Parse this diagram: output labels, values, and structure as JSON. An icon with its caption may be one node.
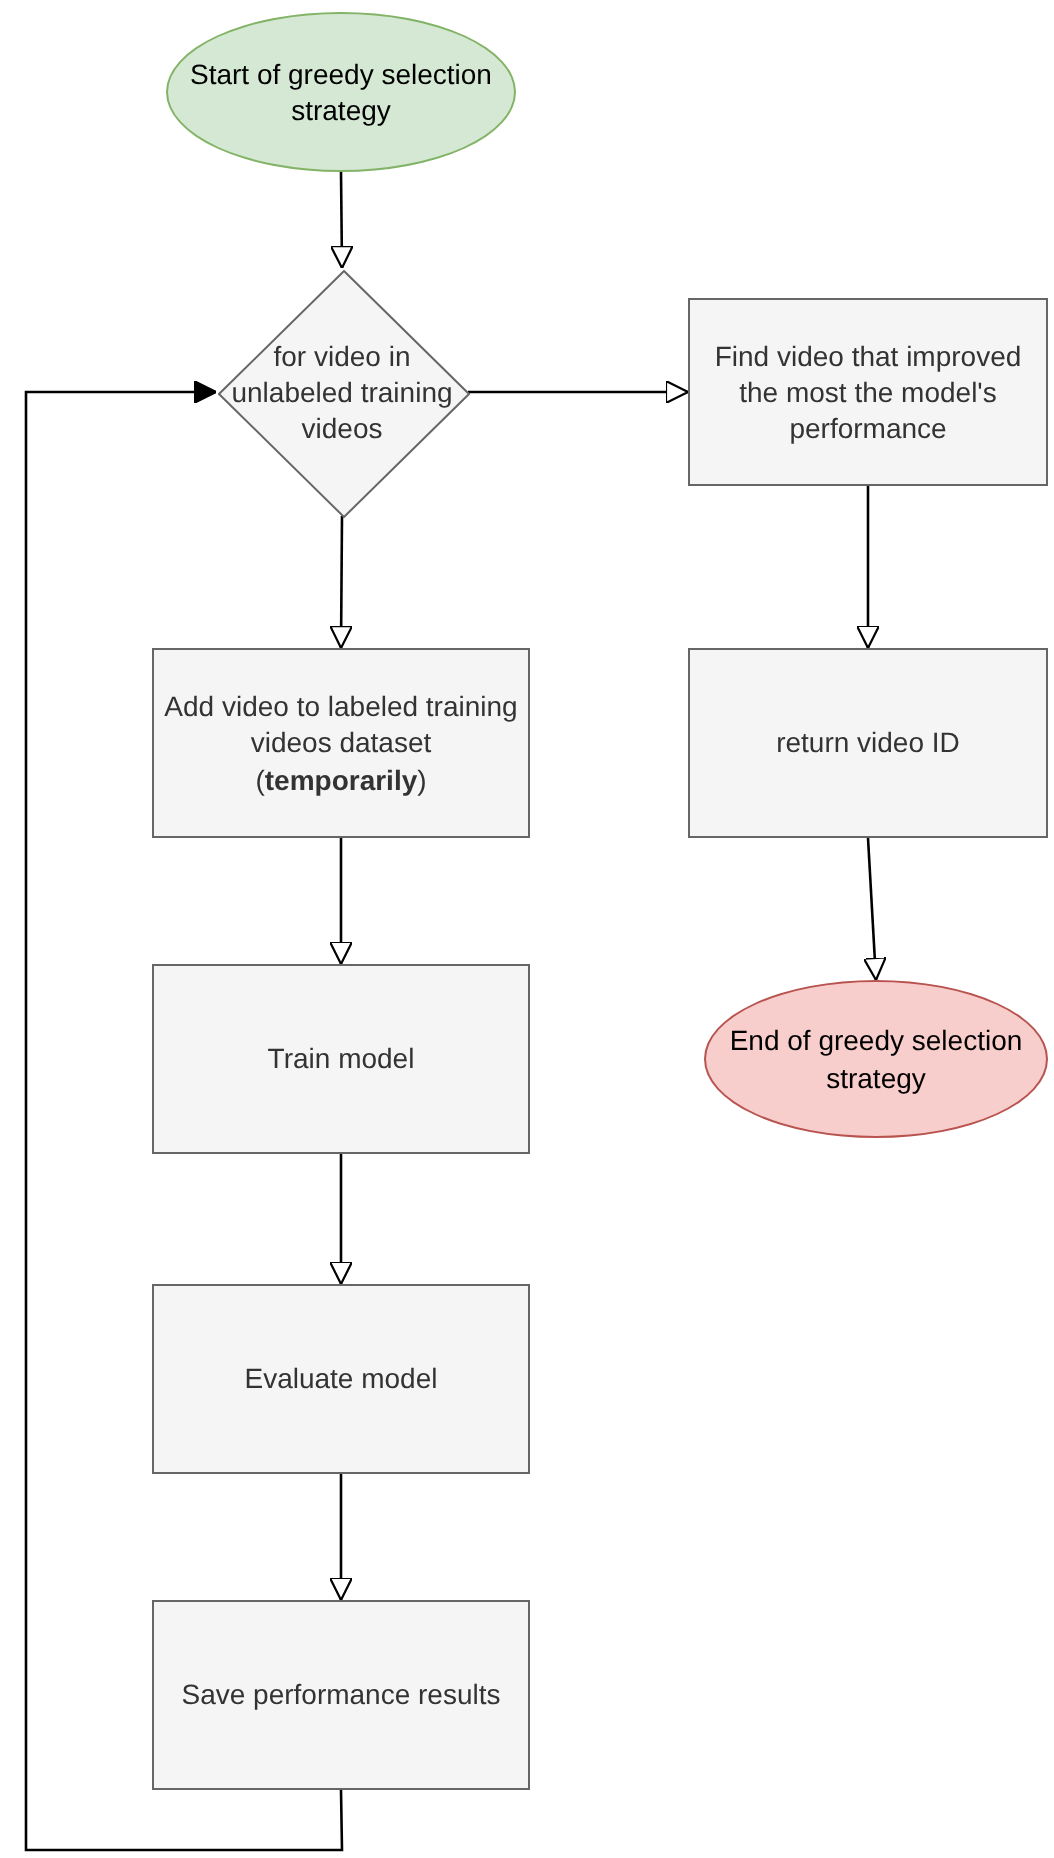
{
  "diagram": {
    "nodes": [
      {
        "text": [
          "Start of greedy selection strategy"
        ]
      },
      {
        "text": [
          "for video in unlabeled training videos"
        ]
      },
      {
        "text": [
          "Find video that improved the most the model's performance"
        ]
      },
      {
        "text": [
          "Add video to labeled training videos dataset (**temporarily**)"
        ]
      },
      {
        "text": [
          "return video ID"
        ]
      },
      {
        "text": [
          "Train model"
        ]
      },
      {
        "text": [
          "End of greedy selection strategy"
        ]
      },
      {
        "text": [
          "Evaluate model"
        ]
      },
      {
        "text": [
          "Save performance results"
        ]
      }
    ],
    "edges": [
      {
        "from": 0,
        "to": 1,
        "arrow": "to"
      },
      {
        "from": 1,
        "to": 2,
        "arrow": "to"
      },
      {
        "from": 1,
        "to": 3,
        "arrow": "to"
      },
      {
        "from": 2,
        "to": 4,
        "arrow": "to"
      },
      {
        "from": 3,
        "to": 5,
        "arrow": "to"
      },
      {
        "from": 4,
        "to": 6,
        "arrow": "to"
      },
      {
        "from": 5,
        "to": 7,
        "arrow": "to"
      },
      {
        "from": 7,
        "to": 8,
        "arrow": "to"
      },
      {
        "from": 8,
        "to": 1,
        "arrow": "to"
      }
    ]
  }
}
